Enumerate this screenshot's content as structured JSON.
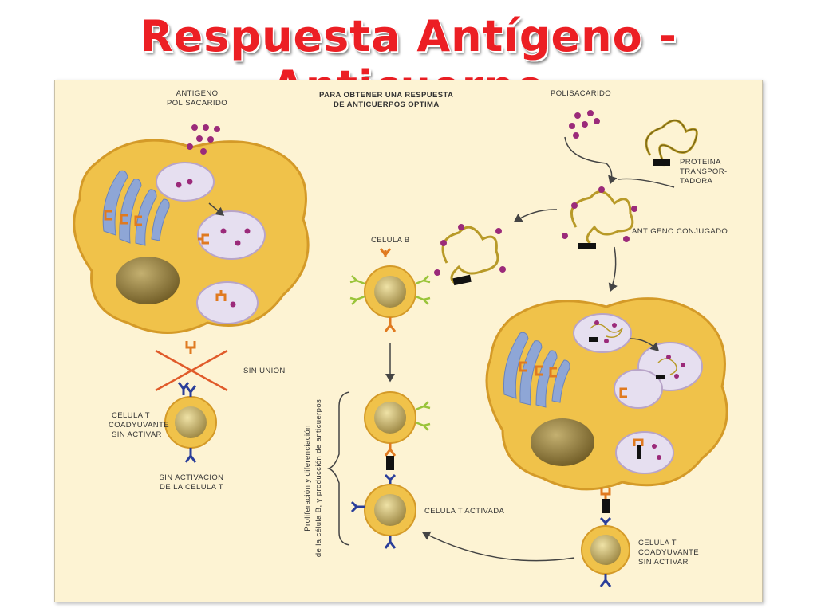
{
  "title": "Respuesta Antígeno - Anticuerpo",
  "colors": {
    "title": "#ec1f24",
    "cell": "#f0c24a",
    "vesicle": "#e6dff0",
    "er": "#8ea6d6",
    "antigen": "#9b2a7a",
    "receptor": "#e07a20",
    "tcr": "#2a3e9a",
    "bcr_green": "#9ac43a",
    "cross": "#e05a2a"
  },
  "labels": {
    "antigeno": "ANTIGENO",
    "polisacarido_left": "POLISACARIDO",
    "header_1": "PARA OBTENER UNA RESPUESTA",
    "header_2": "DE ANTICUERPOS OPTIMA",
    "polisacarido_right": "POLISACARIDO",
    "proteina_1": "PROTEINA",
    "proteina_2": "TRANSPOR-",
    "proteina_3": "TADORA",
    "antigeno_conjugado": "ANTIGENO CONJUGADO",
    "celula_b": "CELULA B",
    "sin_union": "SIN UNION",
    "celula_t_1": "CELULA T",
    "celula_t_2": "COADYUVANTE",
    "celula_t_3": "SIN ACTIVAR",
    "sin_activacion_1": "SIN ACTIVACION",
    "sin_activacion_2": "DE LA CELULA T",
    "vertical_1": "Proliferación y diferenciación",
    "vertical_2": "de la célula B, y producción de anticuerpos",
    "celula_t_activada": "CELULA T ACTIVADA",
    "celula_t_r1": "CELULA T",
    "celula_t_r2": "COADYUVANTE",
    "celula_t_r3": "SIN ACTIVAR"
  }
}
